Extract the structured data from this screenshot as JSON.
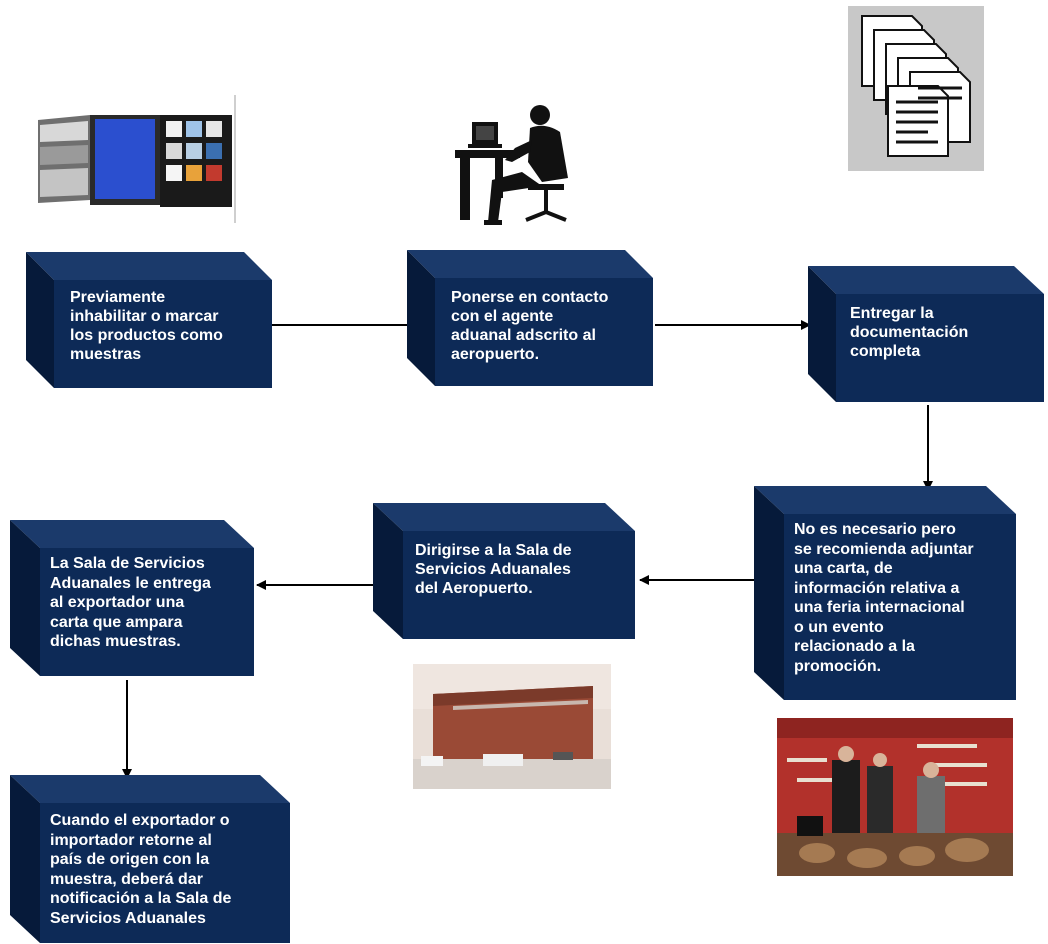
{
  "steps": {
    "s1": "Previamente\ninhabilitar o marcar\nlos productos como\nmuestras",
    "s2": "Ponerse en contacto\ncon el agente\naduanal adscrito al\naeropuerto.",
    "s3": "Entregar la\ndocumentación\ncompleta",
    "s4": "No es necesario pero\nse recomienda adjuntar\nuna carta, de\ninformación relativa a\nuna feria internacional\no un evento\nrelacionado a la\npromoción.",
    "s5": "Dirigirse a la Sala de\nServicios Aduanales\ndel Aeropuerto.",
    "s6": "La Sala de Servicios\nAduanales le entrega\nal exportador una\ncarta que ampara\ndichas muestras.",
    "s7": "Cuando el exportador o\nimportador retorne al\npaís de origen con la\nmuestra, deberá dar\nnotificación a la Sala de\nServicios Aduanales"
  },
  "colors": {
    "box_front": "#0d2a57",
    "box_side": "#061a3a",
    "box_top": "#1b3a6b",
    "text": "#ffffff",
    "arrow": "#000000"
  },
  "icons": {
    "samples": "color-swatch-samples-icon",
    "agent": "person-on-phone-at-desk-icon",
    "documents": "documents-stack-icon",
    "airport": "airport-building-photo",
    "fair": "trade-fair-photo"
  }
}
